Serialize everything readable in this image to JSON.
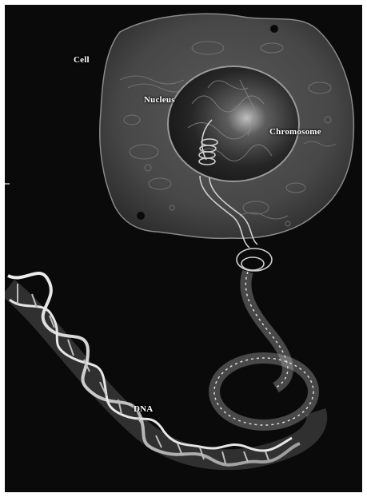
{
  "labels": {
    "cell": "Cell",
    "nucleus": "Nucleus",
    "chromosome": "Chromosome",
    "dna": "DNA"
  },
  "colors": {
    "background": "#0a0a0a",
    "cell_body": "#4d4d4d",
    "nucleus": "#2a2a2a",
    "strand": "#d9d9d9",
    "label_text": "#ffffff"
  },
  "icons": {
    "cell": "cell-illustration",
    "nucleus": "nucleus-illustration",
    "chromosome": "coiled-chromosome-illustration",
    "dna": "double-helix-illustration"
  }
}
